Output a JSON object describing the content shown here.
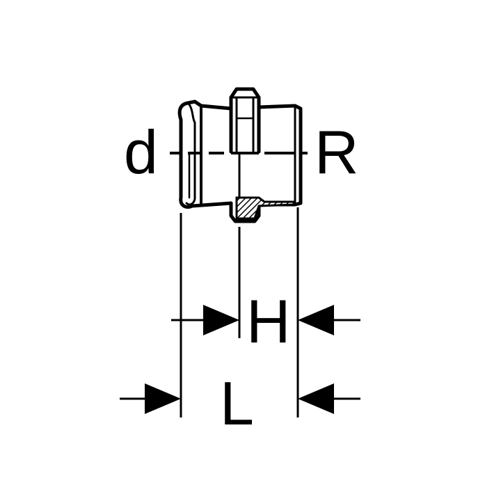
{
  "labels": {
    "d": "d",
    "R": "R",
    "H": "H",
    "L": "L"
  },
  "colors": {
    "line": "#000000",
    "background": "#ffffff"
  }
}
